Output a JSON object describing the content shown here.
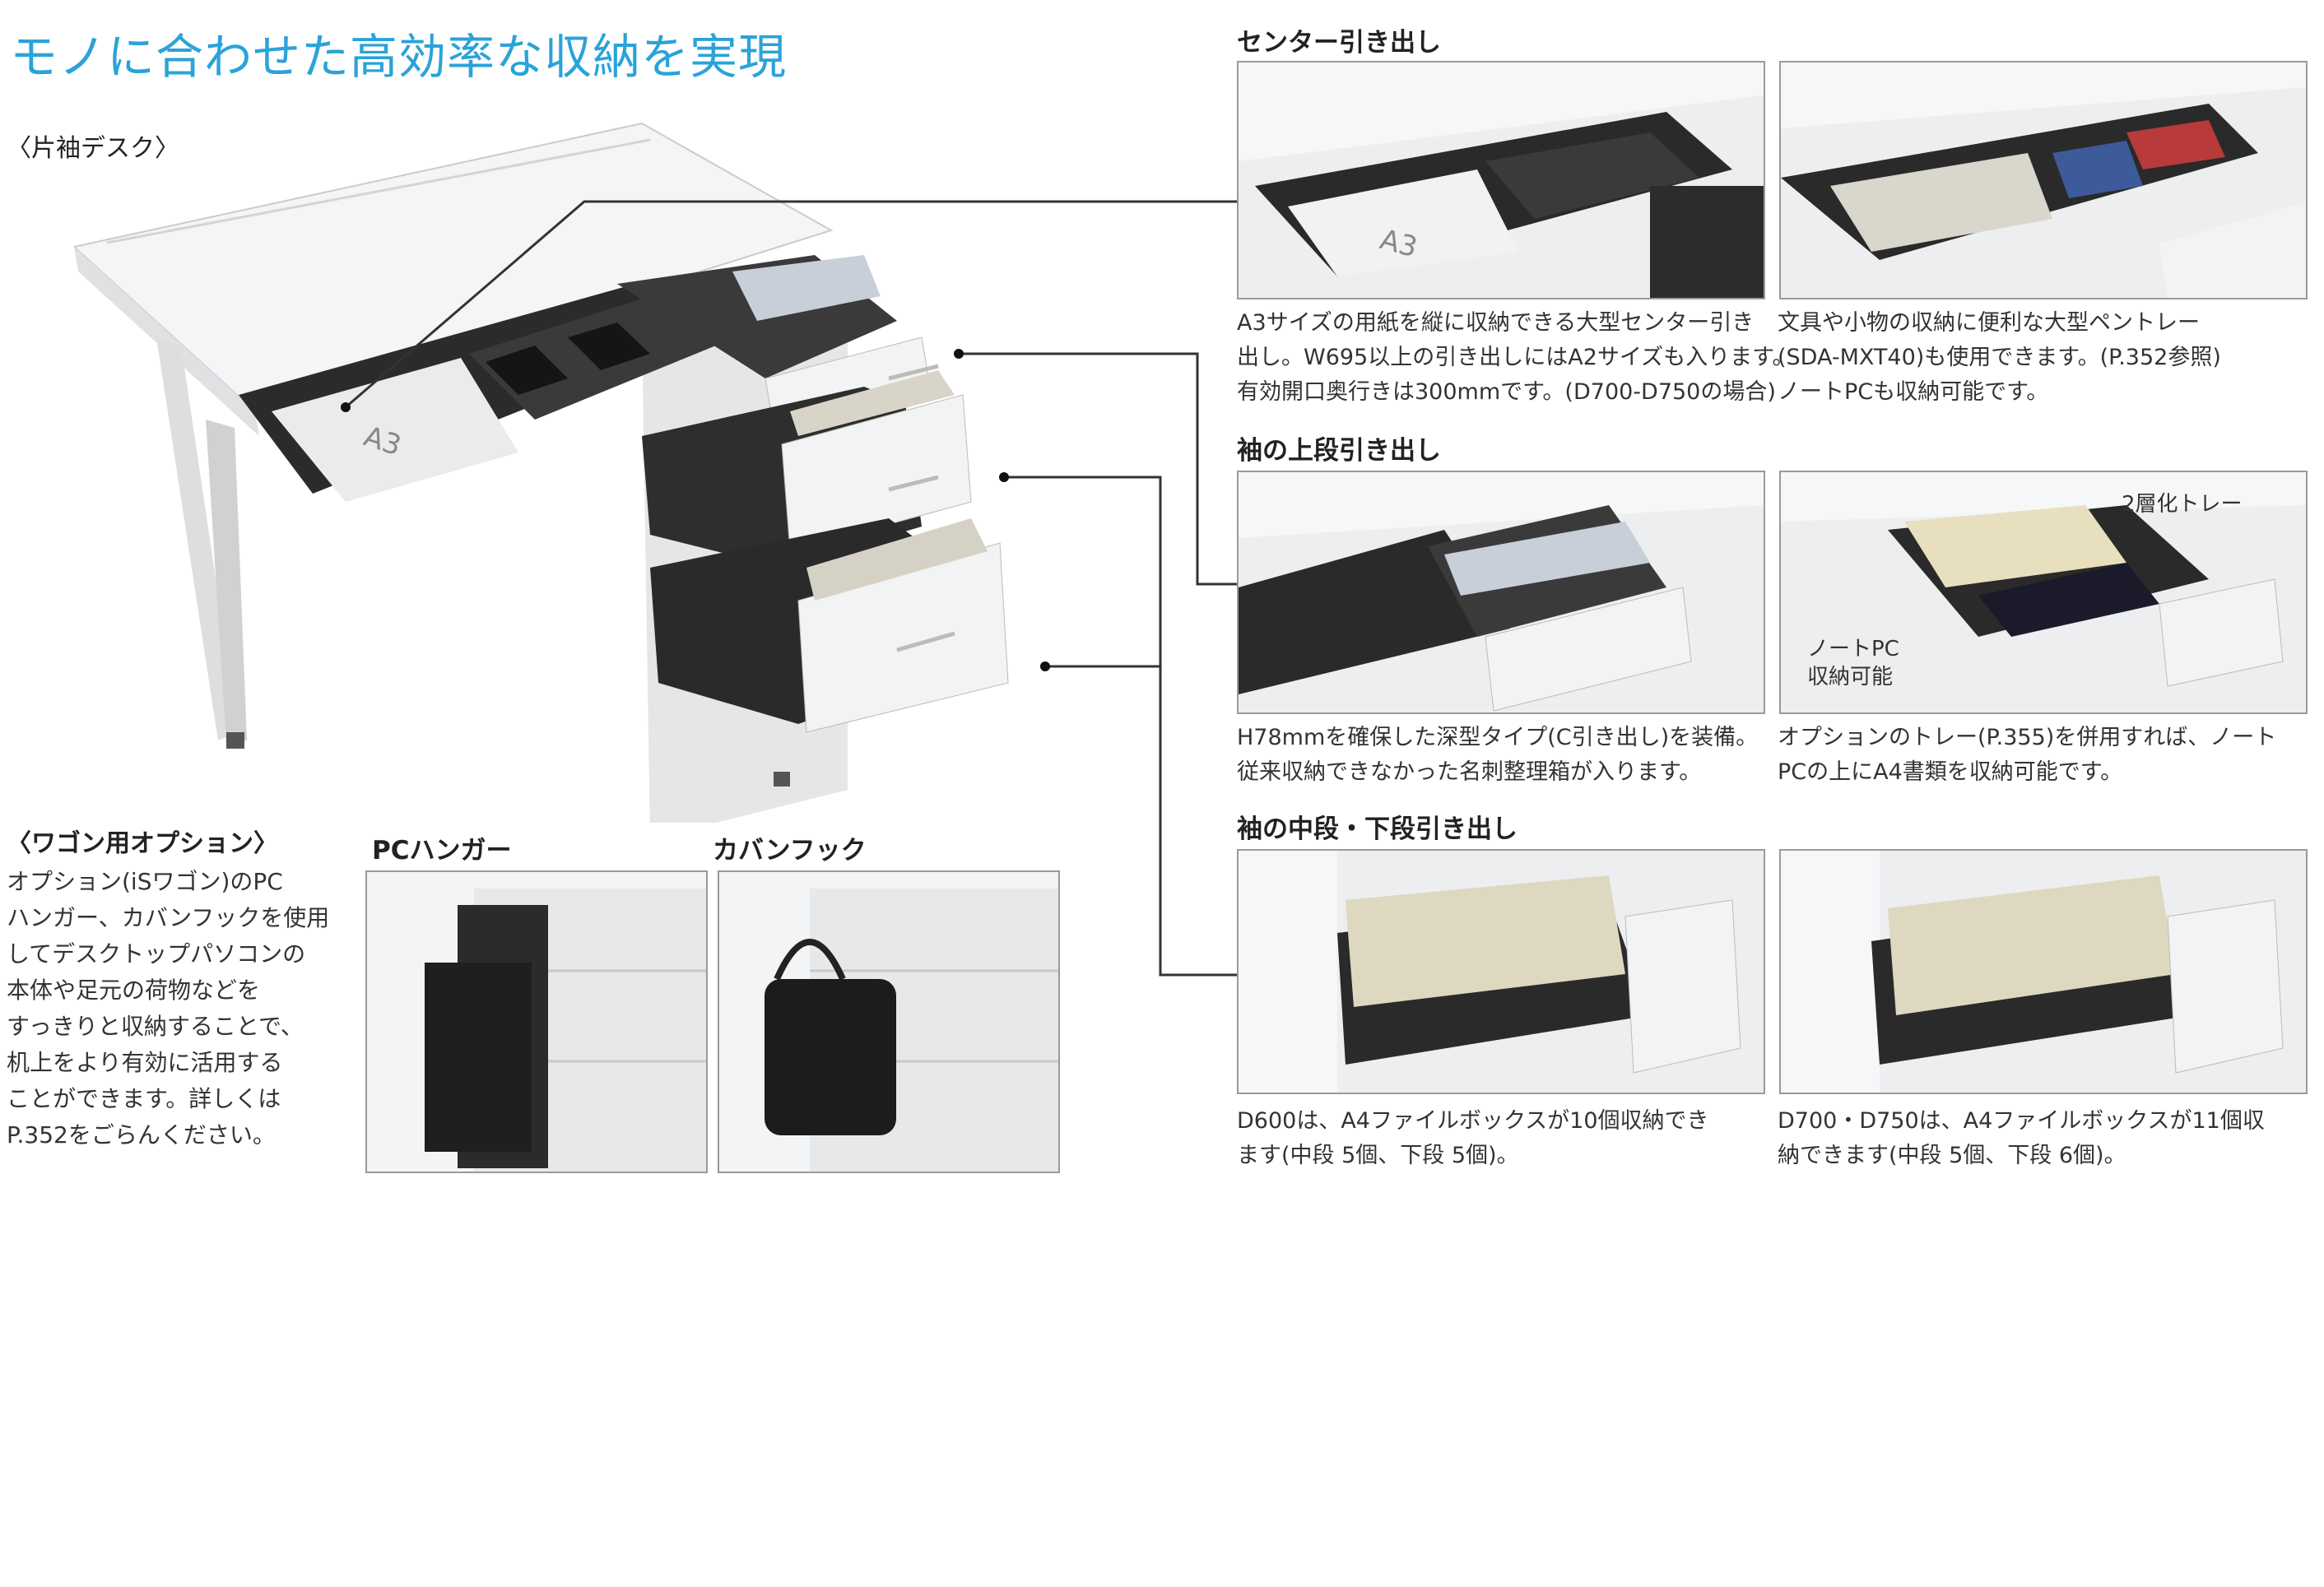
{
  "title": "モノに合わせた高効率な収納を実現",
  "desk_label": "〈片袖デスク〉",
  "desk_a3": "A3",
  "sections": {
    "center": {
      "heading": "センター引き出し",
      "left_caption": "A3サイズの用紙を縦に収納できる大型センター引き\n出し。W695以上の引き出しにはA2サイズも入ります。\n有効開口奥行きは300mmです。(D700-D750の場合)",
      "right_caption": "文具や小物の収納に便利な大型ペントレー\n(SDA-MXT40)も使用できます。(P.352参照)\nノートPCも収納可能です。",
      "a3": "A3"
    },
    "upper": {
      "heading": "袖の上段引き出し",
      "left_caption": "H78mmを確保した深型タイプ(C引き出し)を装備。\n従来収納できなかった名刺整理箱が入ります。",
      "right_caption": "オプションのトレー(P.355)を併用すれば、ノート\nPCの上にA4書類を収納可能です。",
      "tray_label": "2層化トレー",
      "pc_label": "ノートPC\n収納可能"
    },
    "lower": {
      "heading": "袖の中段・下段引き出し",
      "left_caption": "D600は、A4ファイルボックスが10個収納でき\nます(中段 5個、下段 5個)。",
      "right_caption": "D700・D750は、A4ファイルボックスが11個収\n納できます(中段 5個、下段 6個)。"
    }
  },
  "wagon": {
    "heading": "〈ワゴン用オプション〉",
    "body": "オプション(iSワゴン)のPC\nハンガー、カバンフックを使用\nしてデスクトップパソコンの\n本体や足元の荷物などを\nすっきりと収納することで、\n机上をより有効に活用する\nことができます。詳しくは\nP.352をごらんください。",
    "pc_hanger": "PCハンガー",
    "bag_hook": "カバンフック"
  },
  "colors": {
    "title": "#2aa3d8",
    "frame": "#9a9a9a",
    "desk": "#f2f3f4",
    "dark": "#2a2a2a"
  }
}
